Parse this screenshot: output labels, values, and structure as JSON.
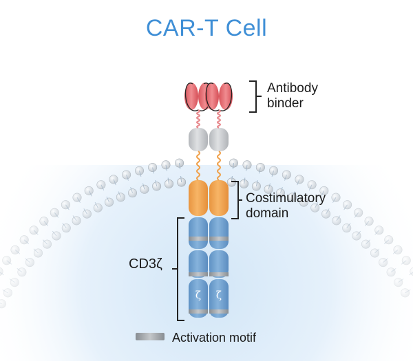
{
  "title": "CAR-T Cell",
  "labels": {
    "antibody_binder_line1": "Antibody",
    "antibody_binder_line2": "binder",
    "costimulatory_line1": "Costimulatory",
    "costimulatory_line2": "domain",
    "cd3z": "CD3ζ",
    "zeta_symbol": "ζ",
    "activation_motif": "Activation motif"
  },
  "colors": {
    "title": "#3f8fd6",
    "antibody": "#e3646a",
    "hinge": "#c9cacc",
    "linker": "#f0a14b",
    "costimulatory": "#f2a550",
    "cd3z": "#6d9fcd",
    "motif": "#9ea3a8",
    "bracket": "#222222",
    "cytoplasm": "#dcebf8"
  }
}
